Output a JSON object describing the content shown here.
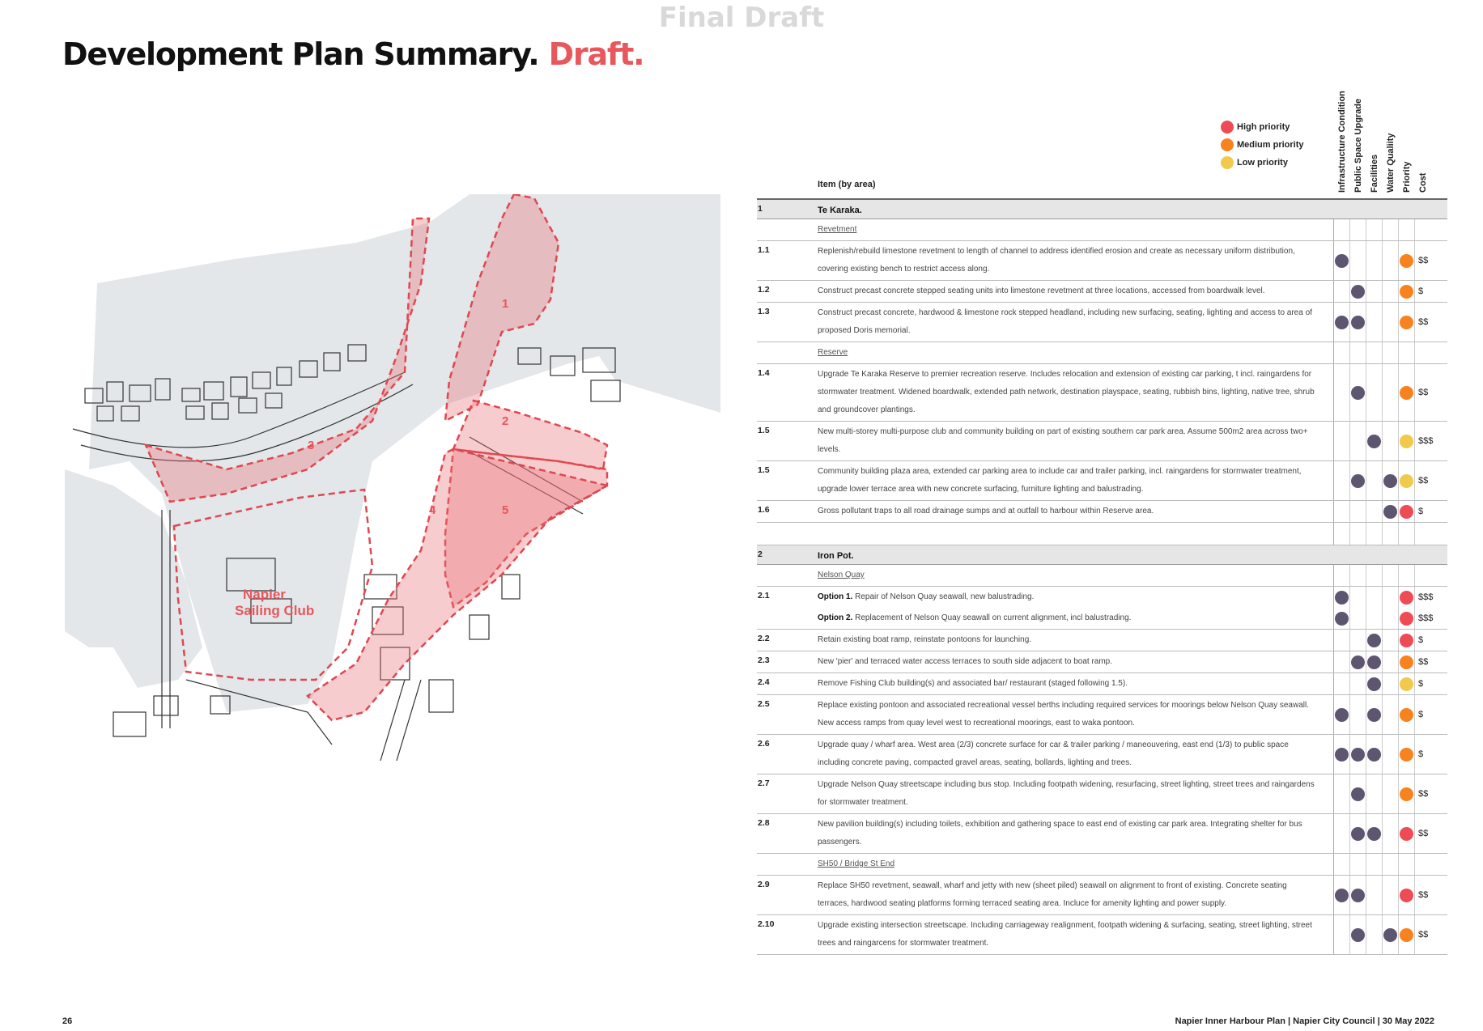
{
  "watermark": "Final Draft",
  "title": {
    "main": "Development Plan Summary.",
    "accent": "Draft."
  },
  "map": {
    "label": "Napier Sailing Club",
    "area_numbers": [
      "1",
      "2",
      "3",
      "4",
      "5"
    ]
  },
  "legend": [
    {
      "label": "High priority",
      "color": "#ee4b55"
    },
    {
      "label": "Medium priority",
      "color": "#f7821e"
    },
    {
      "label": "Low priority",
      "color": "#f1c94b"
    }
  ],
  "column_headers": [
    "Infrastructure Condition",
    "Public Space Upgrade",
    "Facilities",
    "Water Qualiity",
    "Priority",
    "Cost"
  ],
  "item_header": "Item (by area)",
  "rows": [
    {
      "type": "section",
      "num": "1",
      "text": "Te Karaka."
    },
    {
      "type": "subhead",
      "text": "Revetment"
    },
    {
      "type": "item",
      "num": "1.1",
      "text": "Replenish/rebuild limestone revetment to length of channel to address identified erosion and create as necessary uniform distribution, covering existing bench to restrict access along.",
      "dots": [
        1,
        0,
        0,
        0
      ],
      "priority": "med",
      "cost": "$$"
    },
    {
      "type": "item",
      "num": "1.2",
      "text": "Construct precast concrete stepped seating units into limestone revetment at three locations, accessed from boardwalk level.",
      "dots": [
        0,
        1,
        0,
        0
      ],
      "priority": "med",
      "cost": "$"
    },
    {
      "type": "item",
      "num": "1.3",
      "text": "Construct precast concrete, hardwood & limestone rock stepped headland, including new surfacing, seating, lighting and access to area of proposed Doris memorial.",
      "dots": [
        1,
        1,
        0,
        0
      ],
      "priority": "med",
      "cost": "$$"
    },
    {
      "type": "subhead",
      "text": "Reserve"
    },
    {
      "type": "item",
      "num": "1.4",
      "text": "Upgrade Te Karaka Reserve to premier recreation reserve. Includes relocation and extension of existing car parking, t incl. raingardens for stormwater treatment. Widened boardwalk, extended path network, destination playspace, seating, rubbish bins, lighting, native tree, shrub and groundcover plantings.",
      "dots": [
        0,
        1,
        0,
        0
      ],
      "priority": "med",
      "cost": "$$"
    },
    {
      "type": "item",
      "num": "1.5",
      "text": "New multi-storey multi-purpose club and community building on part of existing southern car park area. Assume 500m2 area across two+ levels.",
      "dots": [
        0,
        0,
        1,
        0
      ],
      "priority": "low",
      "cost": "$$$"
    },
    {
      "type": "item",
      "num": "1.5",
      "text": "Community building plaza area, extended car parking area to include car and trailer parking, incl. raingardens for stormwater treatment, upgrade lower terrace area with new concrete surfacing, furniture lighting and balustrading.",
      "dots": [
        0,
        1,
        0,
        1
      ],
      "priority": "low",
      "cost": "$$"
    },
    {
      "type": "item",
      "num": "1.6",
      "text": "Gross pollutant traps to all road drainage sumps and at outfall to harbour within Reserve area.",
      "dots": [
        0,
        0,
        0,
        1
      ],
      "priority": "high",
      "cost": "$"
    },
    {
      "type": "spacer"
    },
    {
      "type": "section",
      "num": "2",
      "text": "Iron Pot."
    },
    {
      "type": "subhead",
      "text": "Nelson Quay"
    },
    {
      "type": "item",
      "num": "2.1",
      "label": "Option 1.",
      "text": " Repair of Nelson Quay seawall, new balustrading.",
      "dots": [
        1,
        0,
        0,
        0
      ],
      "priority": "high",
      "cost": "$$$",
      "nobottom": true
    },
    {
      "type": "item",
      "num": "",
      "label": "Option 2.",
      "text": " Replacement of Nelson Quay seawall on current alignment, incl balustrading.",
      "dots": [
        1,
        0,
        0,
        0
      ],
      "priority": "high",
      "cost": "$$$"
    },
    {
      "type": "item",
      "num": "2.2",
      "text": "Retain existing boat ramp, reinstate pontoons for launching.",
      "dots": [
        0,
        0,
        1,
        0
      ],
      "priority": "high",
      "cost": "$"
    },
    {
      "type": "item",
      "num": "2.3",
      "text": "New 'pier' and terraced water access terraces to south side adjacent to boat ramp.",
      "dots": [
        0,
        1,
        1,
        0
      ],
      "priority": "med",
      "cost": "$$"
    },
    {
      "type": "item",
      "num": "2.4",
      "text": "Remove Fishing Club building(s) and associated bar/ restaurant (staged following 1.5).",
      "dots": [
        0,
        0,
        1,
        0
      ],
      "priority": "low",
      "cost": "$"
    },
    {
      "type": "item",
      "num": "2.5",
      "text": "Replace existing pontoon and associated recreational vessel berths including required services for moorings below Nelson Quay seawall. New access ramps from quay level west to recreational moorings, east to waka pontoon.",
      "dots": [
        1,
        0,
        1,
        0
      ],
      "priority": "med",
      "cost": "$"
    },
    {
      "type": "item",
      "num": "2.6",
      "text": "Upgrade quay / wharf area. West area (2/3) concrete surface for car & trailer parking / maneouvering, east end (1/3) to public space including concrete paving, compacted gravel areas, seating, bollards, lighting and trees.",
      "dots": [
        1,
        1,
        1,
        0
      ],
      "priority": "med",
      "cost": "$"
    },
    {
      "type": "item",
      "num": "2.7",
      "text": "Upgrade Nelson Quay streetscape including bus stop. Including footpath widening, resurfacing, street lighting, street trees and raingardens for stormwater treatment.",
      "dots": [
        0,
        1,
        0,
        0
      ],
      "priority": "med",
      "cost": "$$"
    },
    {
      "type": "item",
      "num": "2.8",
      "text": "New pavilion building(s) including toilets, exhibition and gathering space to east end of existing car park area. Integrating shelter for bus passengers.",
      "dots": [
        0,
        1,
        1,
        0
      ],
      "priority": "high",
      "cost": "$$"
    },
    {
      "type": "subhead",
      "text": "SH50 / Bridge St End"
    },
    {
      "type": "item",
      "num": "2.9",
      "text": "Replace SH50 revetment, seawall, wharf and jetty with new (sheet piled) seawall on alignment to front of existing. Concrete seating terraces, hardwood seating platforms forming terraced seating area. Incluce for amenity lighting and power supply.",
      "dots": [
        1,
        1,
        0,
        0
      ],
      "priority": "high",
      "cost": "$$"
    },
    {
      "type": "item",
      "num": "2.10",
      "text": "Upgrade existing intersection streetscape. Including carriageway realignment, footpath widening & surfacing, seating, street lighting, street trees and raingarcens for stormwater treatment.",
      "dots": [
        0,
        1,
        0,
        1
      ],
      "priority": "med",
      "cost": "$$"
    }
  ],
  "footer": {
    "page_number": "26",
    "right": "Napier Inner Harbour Plan | Napier City Council | 30 May 2022"
  }
}
